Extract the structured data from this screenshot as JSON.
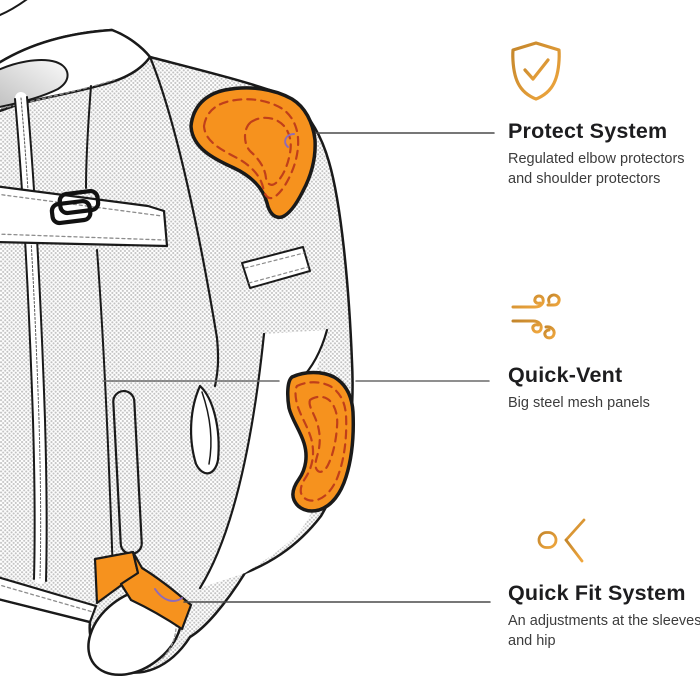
{
  "illustration": {
    "subject": "textile motorcycle jacket, three-quarter front view",
    "style": "line drawing with gray mesh halftone and orange highlighted parts",
    "accent_color": "#F6921E",
    "pad_stitch_color": "#C03F1A",
    "outline_color": "#1a1a1a",
    "callout_line_color": "#4a4a4a",
    "connector_accent": "#8F6BB8",
    "highlighted_parts": [
      "shoulder-protector-pad",
      "elbow-protector-pad",
      "cuff-adjustment-strap"
    ]
  },
  "features": [
    {
      "icon": "shield-check-icon",
      "title": "Protect System",
      "description": "Regulated elbow protectors and shoulder protectors",
      "anchor": "shoulder protector pad"
    },
    {
      "icon": "wind-icon",
      "title": "Quick-Vent",
      "description": "Big steel mesh panels",
      "anchor": "chest mesh panel"
    },
    {
      "icon": "strap-adjuster-icon",
      "title": "Quick Fit System",
      "description": "An adjustments at the sleeves and hip",
      "anchor": "cuff adjustment strap"
    }
  ],
  "colors": {
    "icon_gold_dark": "#C4862B",
    "icon_gold_light": "#F0A73E",
    "title_text": "#1d1d1f",
    "description_text": "#3c3c3c",
    "mesh_dot": "#c2c2c2"
  }
}
